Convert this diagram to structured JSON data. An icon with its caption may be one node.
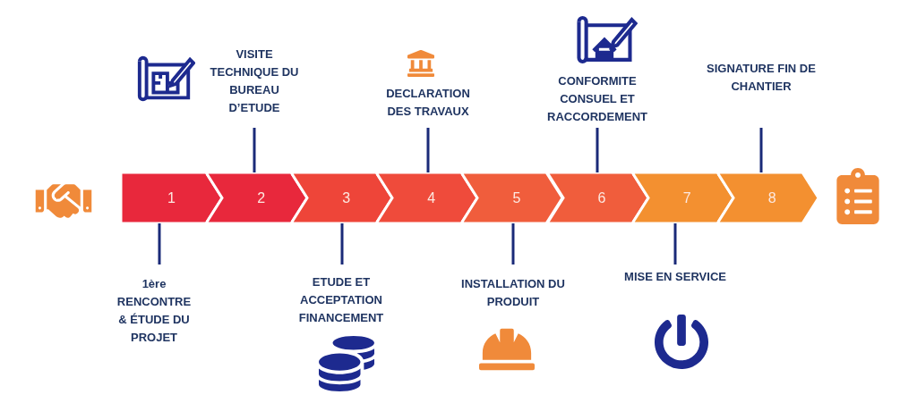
{
  "diagram": {
    "nodes": [
      {
        "text": [
          "1"
        ]
      },
      {
        "text": [
          "2"
        ]
      },
      {
        "text": [
          "3"
        ]
      },
      {
        "text": [
          "4"
        ]
      },
      {
        "text": [
          "5"
        ]
      },
      {
        "text": [
          "6"
        ]
      },
      {
        "text": [
          "7"
        ]
      },
      {
        "text": [
          "8"
        ]
      },
      {
        "text": [
          "1ère RENCONTRE & ÉTUDE DU PROJET"
        ]
      },
      {
        "text": [
          "VISITE TECHNIQUE DU BUREAU D’ETUDE"
        ]
      },
      {
        "text": [
          "ETUDE ET ACCEPTATION FINANCEMENT"
        ]
      },
      {
        "text": [
          "DECLARATION DES TRAVAUX"
        ]
      },
      {
        "text": [
          "INSTALLATION DU PRODUIT"
        ]
      },
      {
        "text": [
          "CONFORMITE CONSUEL ET RACCORDEMENT"
        ]
      },
      {
        "text": [
          "MISE EN SERVICE"
        ]
      },
      {
        "text": [
          "SIGNATURE FIN DE CHANTIER"
        ]
      }
    ],
    "edges": [
      {
        "from": 8,
        "to": 0,
        "arrow": "none"
      },
      {
        "from": 9,
        "to": 1,
        "arrow": "none"
      },
      {
        "from": 10,
        "to": 2,
        "arrow": "none"
      },
      {
        "from": 11,
        "to": 3,
        "arrow": "none"
      },
      {
        "from": 12,
        "to": 4,
        "arrow": "none"
      },
      {
        "from": 13,
        "to": 5,
        "arrow": "none"
      },
      {
        "from": 14,
        "to": 6,
        "arrow": "none"
      },
      {
        "from": 15,
        "to": 7,
        "arrow": "none"
      }
    ]
  }
}
